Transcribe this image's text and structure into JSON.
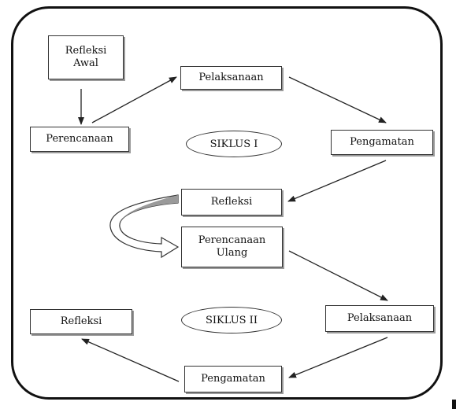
{
  "diagram": {
    "nodes": {
      "refleksi_awal": "Refleksi\nAwal",
      "perencanaan": "Perencanaan",
      "pelaksanaan_1": "Pelaksanaan",
      "pengamatan_1": "Pengamatan",
      "siklus_1": "SIKLUS I",
      "refleksi_1": "Refleksi",
      "perencanaan_ulang": "Perencanaan\nUlang",
      "siklus_2": "SIKLUS II",
      "pelaksanaan_2": "Pelaksanaan",
      "pengamatan_2": "Pengamatan",
      "refleksi_2": "Refleksi"
    },
    "edges": [
      {
        "from": "refleksi_awal",
        "to": "perencanaan"
      },
      {
        "from": "perencanaan",
        "to": "pelaksanaan_1"
      },
      {
        "from": "pelaksanaan_1",
        "to": "pengamatan_1"
      },
      {
        "from": "pengamatan_1",
        "to": "refleksi_1"
      },
      {
        "from": "refleksi_1",
        "to": "perencanaan_ulang"
      },
      {
        "from": "perencanaan_ulang",
        "to": "pelaksanaan_2"
      },
      {
        "from": "pelaksanaan_2",
        "to": "pengamatan_2"
      },
      {
        "from": "pengamatan_2",
        "to": "refleksi_2"
      }
    ]
  }
}
